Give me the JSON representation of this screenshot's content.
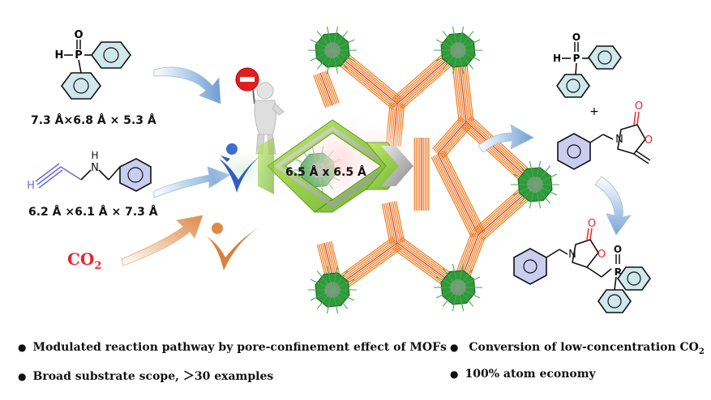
{
  "colors": {
    "co2_red": "#e8282b",
    "alkyne_blue": "#6b6be0",
    "mof_orange": "#f07a1e",
    "mof_green": "#2e9a3a",
    "arrow_blue": "#7aa6d6",
    "arrow_orange": "#e2955a",
    "ring_fill": "#cfe8ec",
    "ring_fill2": "#c9cdf0"
  },
  "icons": {
    "phosphine_molecule": "diphenylphosphine-oxide-structure",
    "amine_molecule": "propargyl-benzylamine-structure",
    "stop_figure": "stop-sign-figure-icon",
    "check_blue": "blue-check-figure-icon",
    "check_orange": "orange-check-figure-icon"
  },
  "labels": {
    "dim_phosphine": "7.3 Å×6.8 Å × 5.3 Å",
    "dim_amine": "6.2 Å ×6.1 Å × 7.3 Å",
    "co2_main": "CO",
    "co2_sub": "2",
    "pore_size": "6.5 Å x 6.5 Å",
    "plus": "+"
  },
  "atoms": {
    "H": "H",
    "P": "P",
    "O": "O",
    "N": "N"
  },
  "bullets": {
    "b1": "Modulated reaction pathway by pore-confinement effect of MOFs",
    "b2_main": "Conversion of low-concentration CO",
    "b2_sub": "2",
    "b3": "Broad substrate scope, ＞30 examples",
    "b4": "100% atom economy"
  }
}
